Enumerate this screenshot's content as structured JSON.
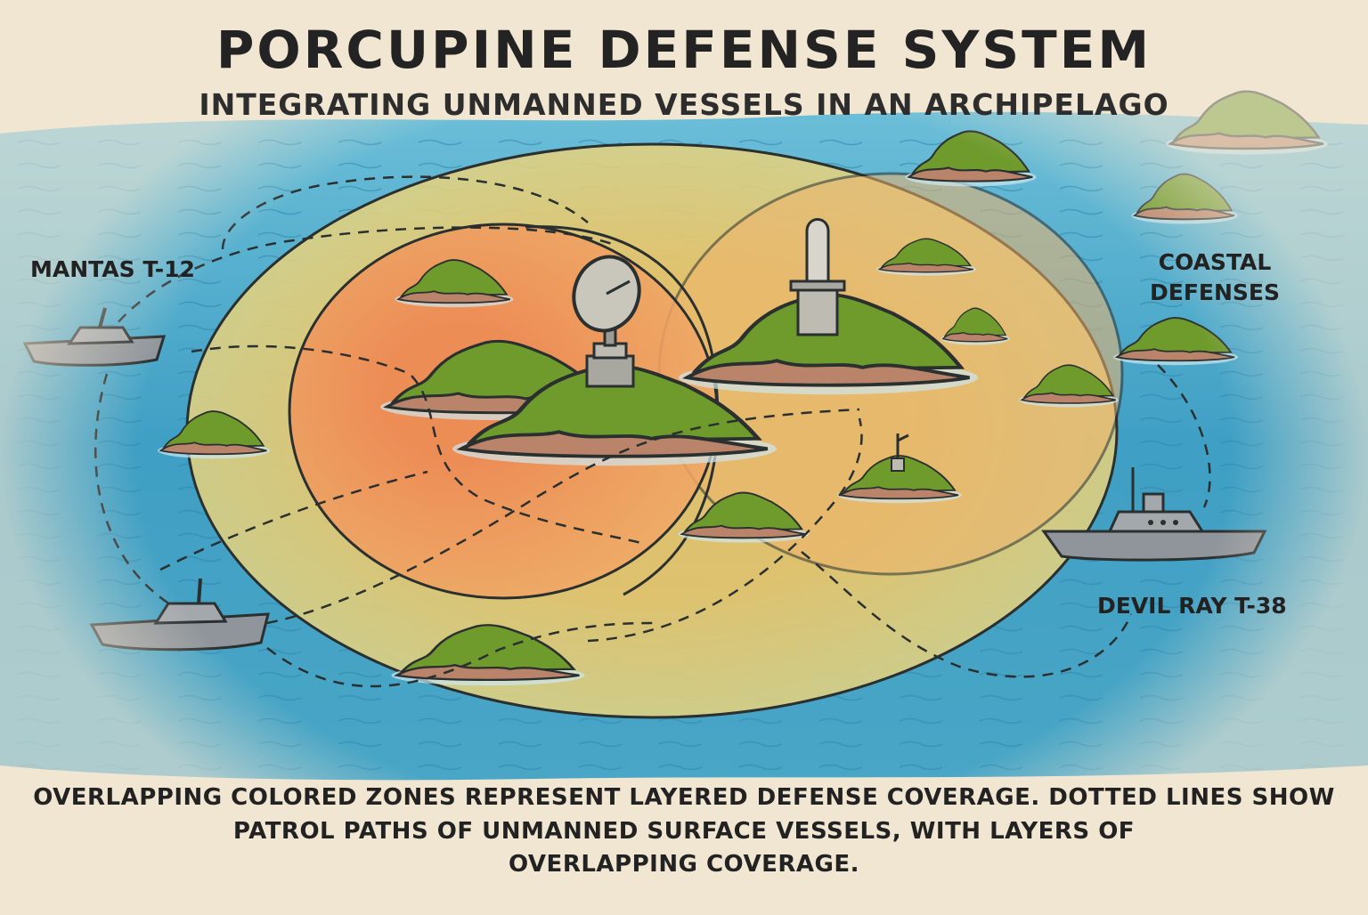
{
  "title": "PORCUPINE DEFENSE SYSTEM",
  "subtitle": "INTEGRATING UNMANNED VESSELS IN AN ARCHIPELAGO",
  "labels": {
    "mantas": "MANTAS T-12",
    "coastal": [
      "COASTAL",
      "DEFENSES"
    ],
    "devil_ray": "DEVIL RAY T-38"
  },
  "caption": [
    "OVERLAPPING COLORED ZONES REPRESENT LAYERED DEFENSE COVERAGE. DOTTED LINES SHOW",
    "PATROL PATHS OF UNMANNED SURFACE VESSELS, WITH LAYERS OF",
    "OVERLAPPING COVERAGE."
  ],
  "colors": {
    "sea": "#3f9fc4",
    "sea_light": "#6ec0d9",
    "outer_zone": "#e9cf73",
    "inner_zone": "#ef8c58",
    "island_green": "#6f9a2c",
    "island_rock": "#b9846a",
    "vessel_gray": "#8f959b",
    "outline": "#2a2f2f"
  },
  "icons": [
    "radar-dish-icon",
    "missile-tower-icon",
    "antenna-icon",
    "unmanned-vessel-icon"
  ]
}
